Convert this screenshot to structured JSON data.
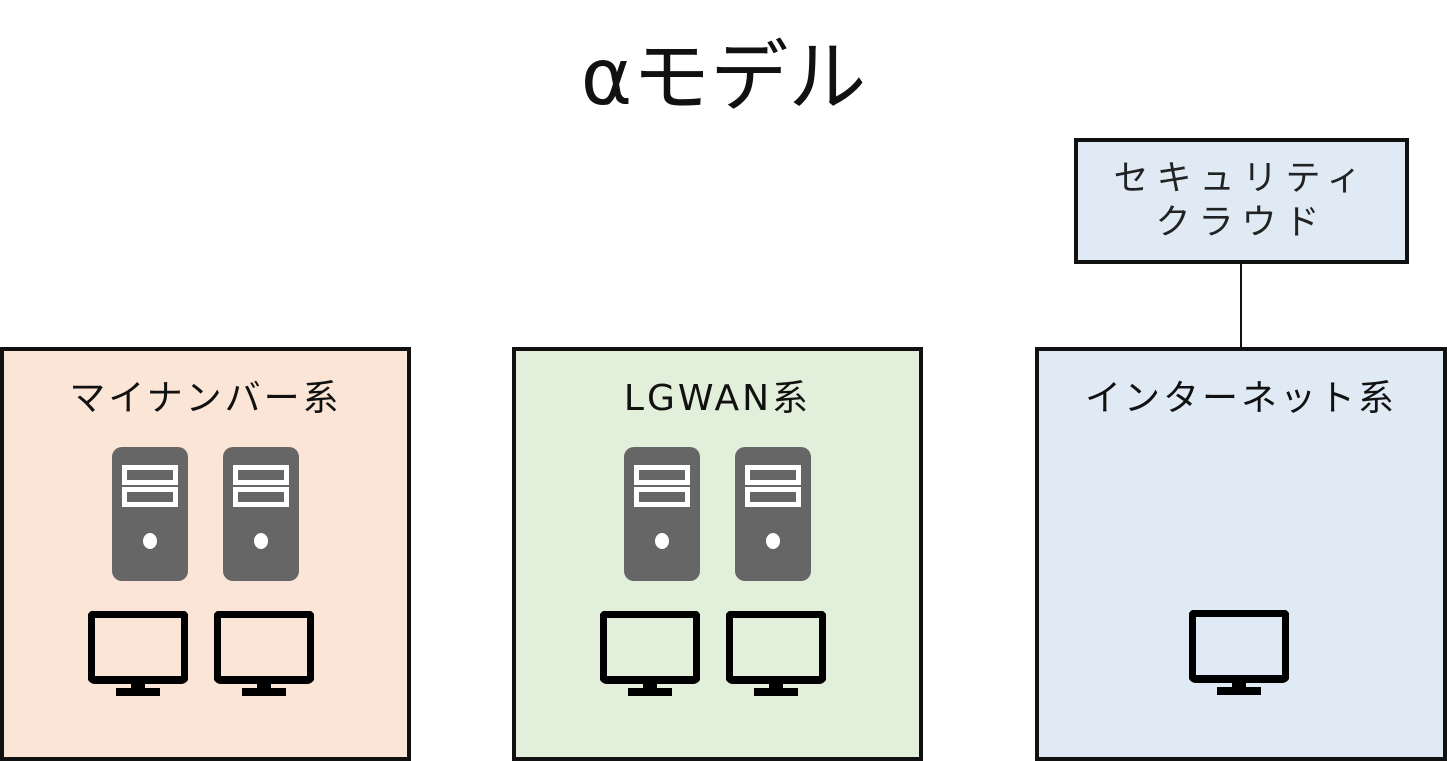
{
  "title": "αモデル",
  "colors": {
    "mynumber_fill": "#fbe5d6",
    "lgwan_fill": "#e2efda",
    "internet_fill": "#dfeaf5",
    "cloud_fill": "#dfeaf5",
    "server_gray": "#666666",
    "stroke": "#111111"
  },
  "security_cloud": {
    "line1": "セキュリティ",
    "line2": "クラウド"
  },
  "zones": [
    {
      "label": "マイナンバー系",
      "servers": 2,
      "monitors": 2
    },
    {
      "label": "LGWAN系",
      "servers": 2,
      "monitors": 2
    },
    {
      "label": "インターネット系",
      "servers": 0,
      "monitors": 1
    }
  ],
  "icons": {
    "server": "server-tower-icon",
    "monitor": "monitor-icon"
  }
}
